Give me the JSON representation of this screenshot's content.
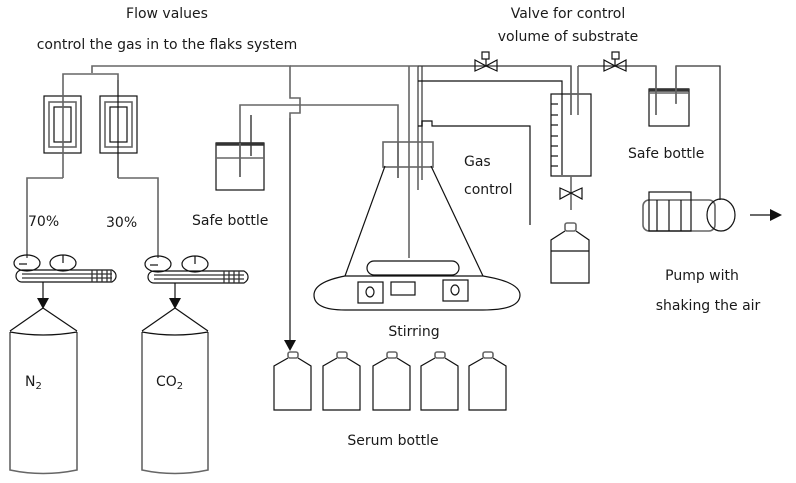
{
  "title": {
    "line1": "Flow values",
    "line2": "control the gas in to the flaks system"
  },
  "valve_label": {
    "line1": "Valve for control",
    "line2": "volume of substrate"
  },
  "percent_n2": "70%",
  "percent_co2": "30%",
  "safe_bottle_left": "Safe bottle",
  "safe_bottle_right": "Safe bottle",
  "gas_control": {
    "line1": "Gas",
    "line2": "control"
  },
  "stirring": "Stirring",
  "serum_bottle": "Serum bottle",
  "pump": {
    "line1": "Pump with",
    "line2": "shaking the air"
  },
  "cylinders": [
    {
      "formula": "N",
      "subscript": "2"
    },
    {
      "formula": "CO",
      "subscript": "2"
    }
  ],
  "serum_bottle_count": 5,
  "icons": [
    "flow-meter-icon",
    "pressure-regulator-icon",
    "gas-cylinder-icon",
    "needle-valve-icon",
    "erlenmeyer-flask-icon",
    "magnetic-stirrer-icon",
    "burette-icon",
    "vacuum-pump-icon",
    "arrow-right-icon"
  ]
}
